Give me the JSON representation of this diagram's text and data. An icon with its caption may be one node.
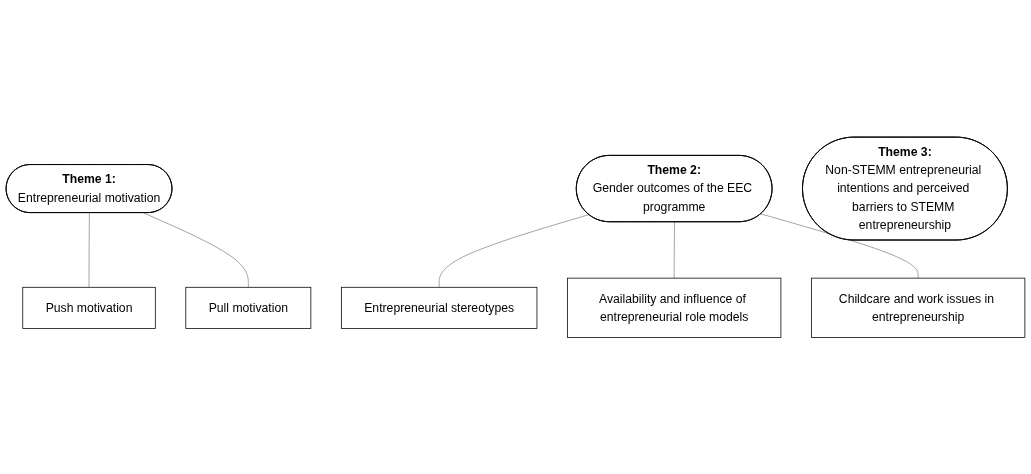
{
  "diagram": {
    "nodes": [
      {
        "text": [
          "Theme 1:",
          "Entrepreneurial motivation"
        ]
      },
      {
        "text": [
          "Push motivation"
        ]
      },
      {
        "text": [
          "Pull motivation"
        ]
      },
      {
        "text": [
          "Theme 2:",
          "Gender outcomes of the EEC programme"
        ]
      },
      {
        "text": [
          "Entrepreneurial stereotypes"
        ]
      },
      {
        "text": [
          "Availability and influence of entrepreneurial role models"
        ]
      },
      {
        "text": [
          "Childcare and work issues in entrepreneurship"
        ]
      },
      {
        "text": [
          "Theme 3:",
          "Non-STEMM entrepreneurial intentions and perceived barriers to STEMM entrepreneurship"
        ]
      }
    ],
    "edges": [
      {
        "from": 0,
        "to": 1,
        "arrow": "none"
      },
      {
        "from": 0,
        "to": 2,
        "arrow": "none"
      },
      {
        "from": 3,
        "to": 4,
        "arrow": "none"
      },
      {
        "from": 3,
        "to": 5,
        "arrow": "none"
      },
      {
        "from": 3,
        "to": 6,
        "arrow": "none"
      }
    ]
  }
}
